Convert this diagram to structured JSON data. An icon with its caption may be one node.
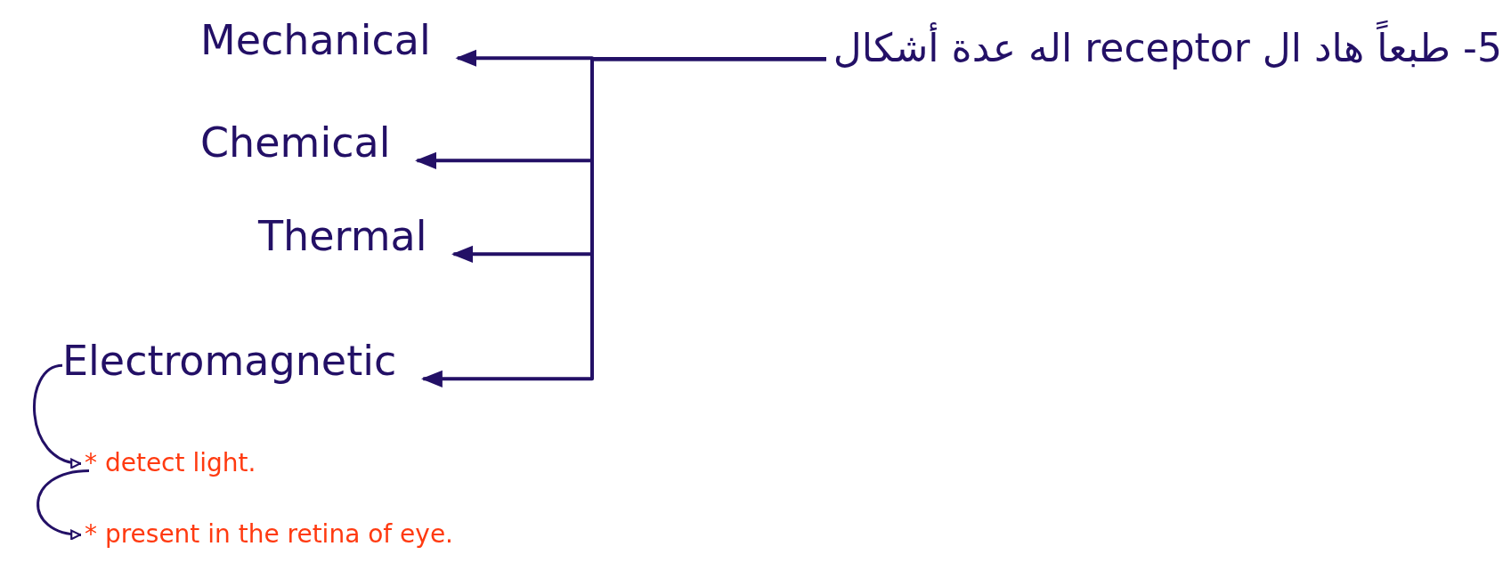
{
  "diagram": {
    "nodes": [
      {
        "text": [
          "5- طبعاً هاد ال receptor اله عدة أشكال"
        ]
      },
      {
        "text": [
          "Mechanical"
        ]
      },
      {
        "text": [
          "Chemical"
        ]
      },
      {
        "text": [
          "Thermal"
        ]
      },
      {
        "text": [
          "Electromagnetic"
        ]
      },
      {
        "text": [
          "* detect light."
        ]
      },
      {
        "text": [
          "* present in the retina of eye."
        ]
      }
    ],
    "edges": [
      {
        "from": 0,
        "to": 1,
        "arrow": "to"
      },
      {
        "from": 0,
        "to": 2,
        "arrow": "to"
      },
      {
        "from": 0,
        "to": 3,
        "arrow": "to"
      },
      {
        "from": 0,
        "to": 4,
        "arrow": "to"
      },
      {
        "from": 4,
        "to": 5,
        "arrow": "to"
      },
      {
        "from": 5,
        "to": 6,
        "arrow": "to"
      }
    ]
  }
}
